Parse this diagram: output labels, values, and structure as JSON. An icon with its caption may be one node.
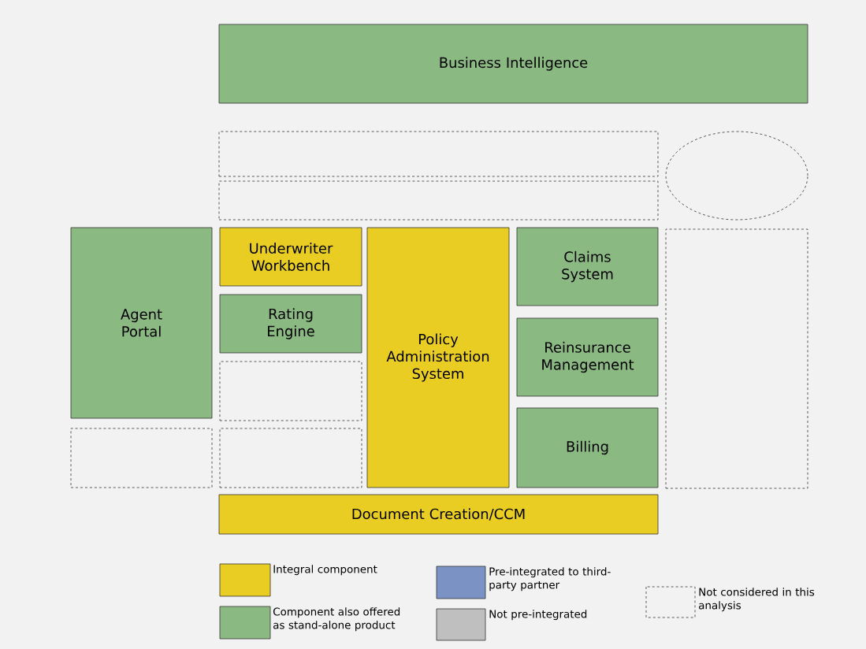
{
  "diagram": {
    "nodes": [
      {
        "text": [
          "Business Intelligence"
        ]
      },
      {
        "text": [],
        "shape": "box"
      },
      {
        "text": [],
        "shape": "circle"
      },
      {
        "text": [],
        "shape": "box"
      },
      {
        "text": [
          "Agent Portal"
        ]
      },
      {
        "text": [
          "Underwriter Workbench"
        ]
      },
      {
        "text": [
          "Policy Administration System"
        ]
      },
      {
        "text": [
          "Claims System"
        ]
      },
      {
        "text": [],
        "shape": "box"
      },
      {
        "text": [
          "Rating Engine"
        ]
      },
      {
        "text": [
          "Reinsurance Management"
        ]
      },
      {
        "text": [],
        "shape": "box"
      },
      {
        "text": [
          "Billing"
        ]
      },
      {
        "text": [],
        "shape": "box"
      },
      {
        "text": [],
        "shape": "box"
      },
      {
        "text": [
          "Document Creation/CCM"
        ]
      }
    ],
    "legend": [
      {
        "text": "Integral component",
        "color": "#e9cd22"
      },
      {
        "text": "Component also offered as stand-alone product",
        "color": "#8bb982"
      },
      {
        "text": "Pre-integrated to third-party partner",
        "color": "#7b93c4"
      },
      {
        "text": "Not pre-integrated",
        "color": "#bfbfbf"
      },
      {
        "text": "Not considered in this analysis"
      }
    ]
  }
}
